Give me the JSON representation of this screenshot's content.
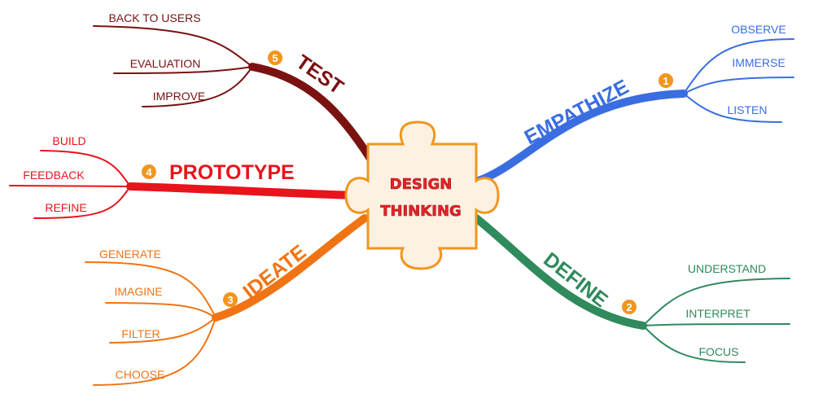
{
  "center": {
    "line1": "DESIGN",
    "line2": "THINKING"
  },
  "colors": {
    "test": "#7a1212",
    "prototype": "#e8141c",
    "ideate": "#f07414",
    "define": "#2f8a5c",
    "empathize": "#3a6ee0",
    "badge": "#f0961e",
    "puzzle_fill": "#fdf1e2",
    "puzzle_stroke": "#f0961e"
  },
  "branches": {
    "empathize": {
      "number": "1",
      "label": "EMPATHIZE",
      "items": [
        "OBSERVE",
        "IMMERSE",
        "LISTEN"
      ]
    },
    "define": {
      "number": "2",
      "label": "DEFINE",
      "items": [
        "UNDERSTAND",
        "INTERPRET",
        "FOCUS"
      ]
    },
    "ideate": {
      "number": "3",
      "label": "IDEATE",
      "items": [
        "GENERATE",
        "IMAGINE",
        "FILTER",
        "CHOOSE"
      ]
    },
    "prototype": {
      "number": "4",
      "label": "PROTOTYPE",
      "items": [
        "BUILD",
        "FEEDBACK",
        "REFINE"
      ]
    },
    "test": {
      "number": "5",
      "label": "TEST",
      "items": [
        "BACK TO USERS",
        "EVALUATION",
        "IMPROVE"
      ]
    }
  }
}
